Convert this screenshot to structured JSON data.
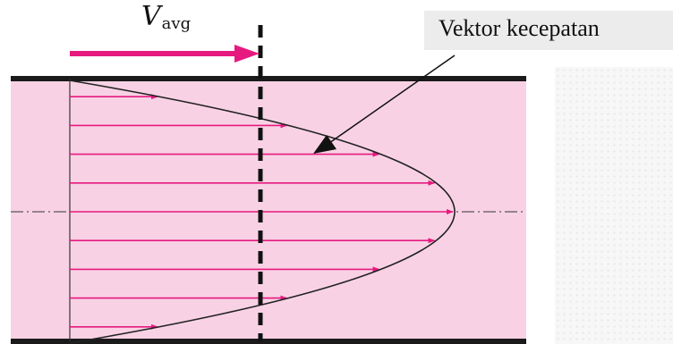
{
  "labels": {
    "velocity_symbol": "V",
    "velocity_subscript": "avg",
    "callout_text": "Vektor kecepatan"
  },
  "colors": {
    "pipe_fill": "#f8d2e4",
    "arrow": "#e6197f",
    "walls": "#1a1a1a",
    "callout_bg": "#ececec"
  },
  "profile": {
    "shape": "parabolic",
    "velocity_arrows": 9,
    "centerline": "dash-dot",
    "average_velocity_line": "dashed-vertical"
  }
}
